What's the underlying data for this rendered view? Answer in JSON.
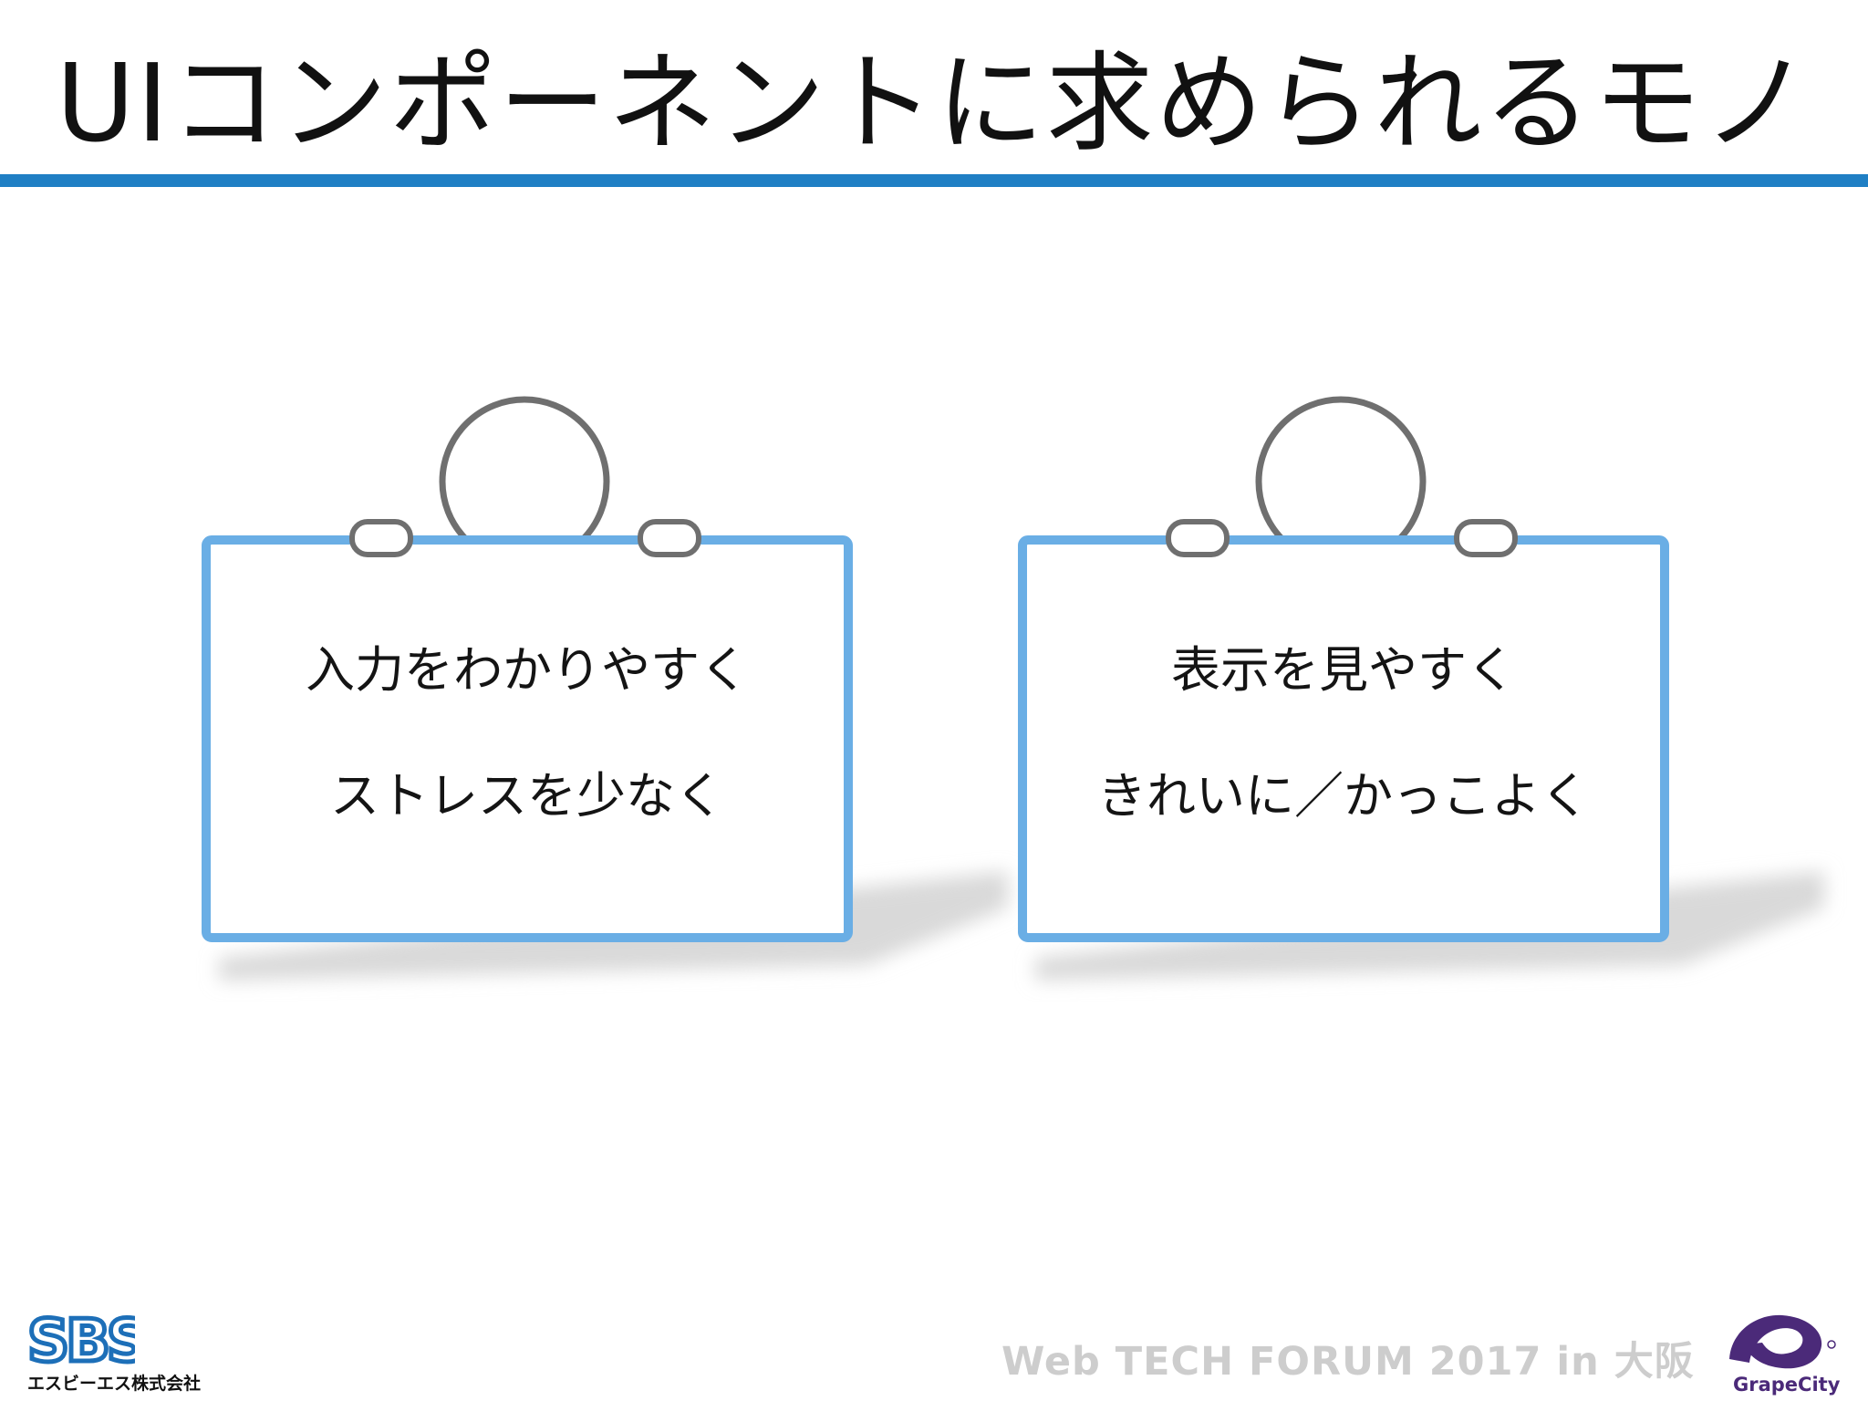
{
  "slide": {
    "title": "UIコンポーネントに求められるモノ"
  },
  "boards": [
    {
      "lines": [
        "入力をわかりやすく",
        "ストレスを少なく"
      ]
    },
    {
      "lines": [
        "表示を見やすく",
        "きれいに／かっこよく"
      ]
    }
  ],
  "footer": {
    "event": "Web TECH FORUM 2017 in 大阪",
    "logo_left_text": "SBS",
    "logo_left_caption": "エスビーエス株式会社",
    "logo_right_caption": "GrapeCity"
  },
  "colors": {
    "accent": "#1f7fc4",
    "board_frame": "#6aaee5",
    "ring": "#6f6f6f",
    "shadow": "#d9d9d9",
    "footer_text": "#cdcdcd",
    "sbs_blue": "#1d6fb8",
    "grapecity_purple": "#4b2a79"
  },
  "icons": {
    "board": "hanging-whiteboard-icon",
    "sbs_logo": "sbs-logo-icon",
    "grapecity_logo": "grapecity-logo-icon"
  }
}
